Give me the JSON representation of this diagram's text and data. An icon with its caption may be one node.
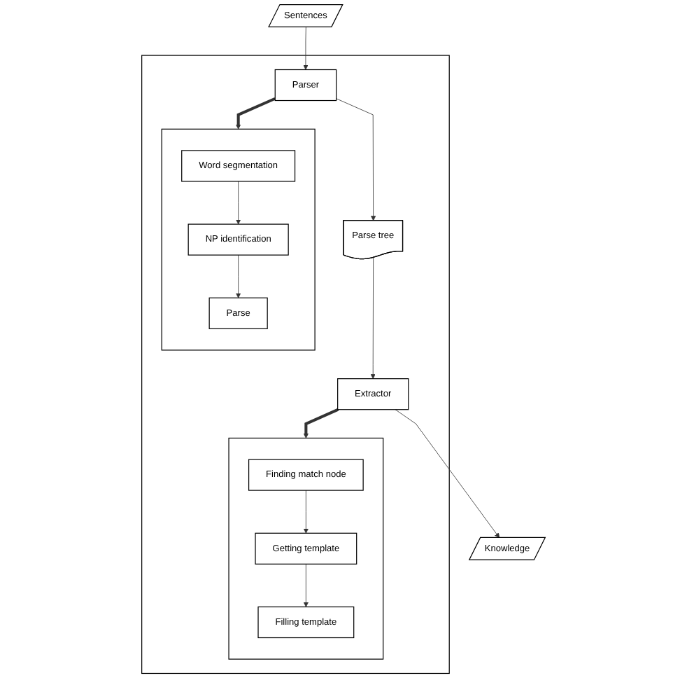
{
  "diagram": {
    "nodes": [
      {
        "text": [
          "Sentences"
        ]
      },
      {
        "text": [],
        "shape": "box"
      },
      {
        "text": [
          "Parser"
        ],
        "in": 1
      },
      {
        "text": [],
        "shape": "box",
        "in": 1
      },
      {
        "text": [
          "Word segmentation"
        ],
        "in": 3
      },
      {
        "text": [
          "NP identification"
        ],
        "in": 3
      },
      {
        "text": [
          "Parse"
        ],
        "in": 3
      },
      {
        "text": [
          "Parse tree"
        ],
        "in": 1
      },
      {
        "text": [
          "Extractor"
        ],
        "in": 1
      },
      {
        "text": [],
        "shape": "box",
        "in": 1
      },
      {
        "text": [
          "Finding match node"
        ],
        "in": 9
      },
      {
        "text": [
          "Getting template"
        ],
        "in": 9
      },
      {
        "text": [
          "Filling template"
        ],
        "in": 9
      },
      {
        "text": [
          "Knowledge"
        ]
      }
    ],
    "edges": [
      {
        "from": 0,
        "to": 2,
        "arrow": "to"
      },
      {
        "from": 2,
        "to": 3,
        "arrow": "to",
        "style": "thick"
      },
      {
        "from": 4,
        "to": 5,
        "arrow": "to"
      },
      {
        "from": 5,
        "to": 6,
        "arrow": "to"
      },
      {
        "from": 2,
        "to": 7,
        "arrow": "to"
      },
      {
        "from": 7,
        "to": 8,
        "arrow": "to"
      },
      {
        "from": 8,
        "to": 9,
        "arrow": "to",
        "style": "thick"
      },
      {
        "from": 10,
        "to": 11,
        "arrow": "to"
      },
      {
        "from": 11,
        "to": 12,
        "arrow": "to"
      },
      {
        "from": 8,
        "to": 13,
        "arrow": "to"
      }
    ]
  }
}
